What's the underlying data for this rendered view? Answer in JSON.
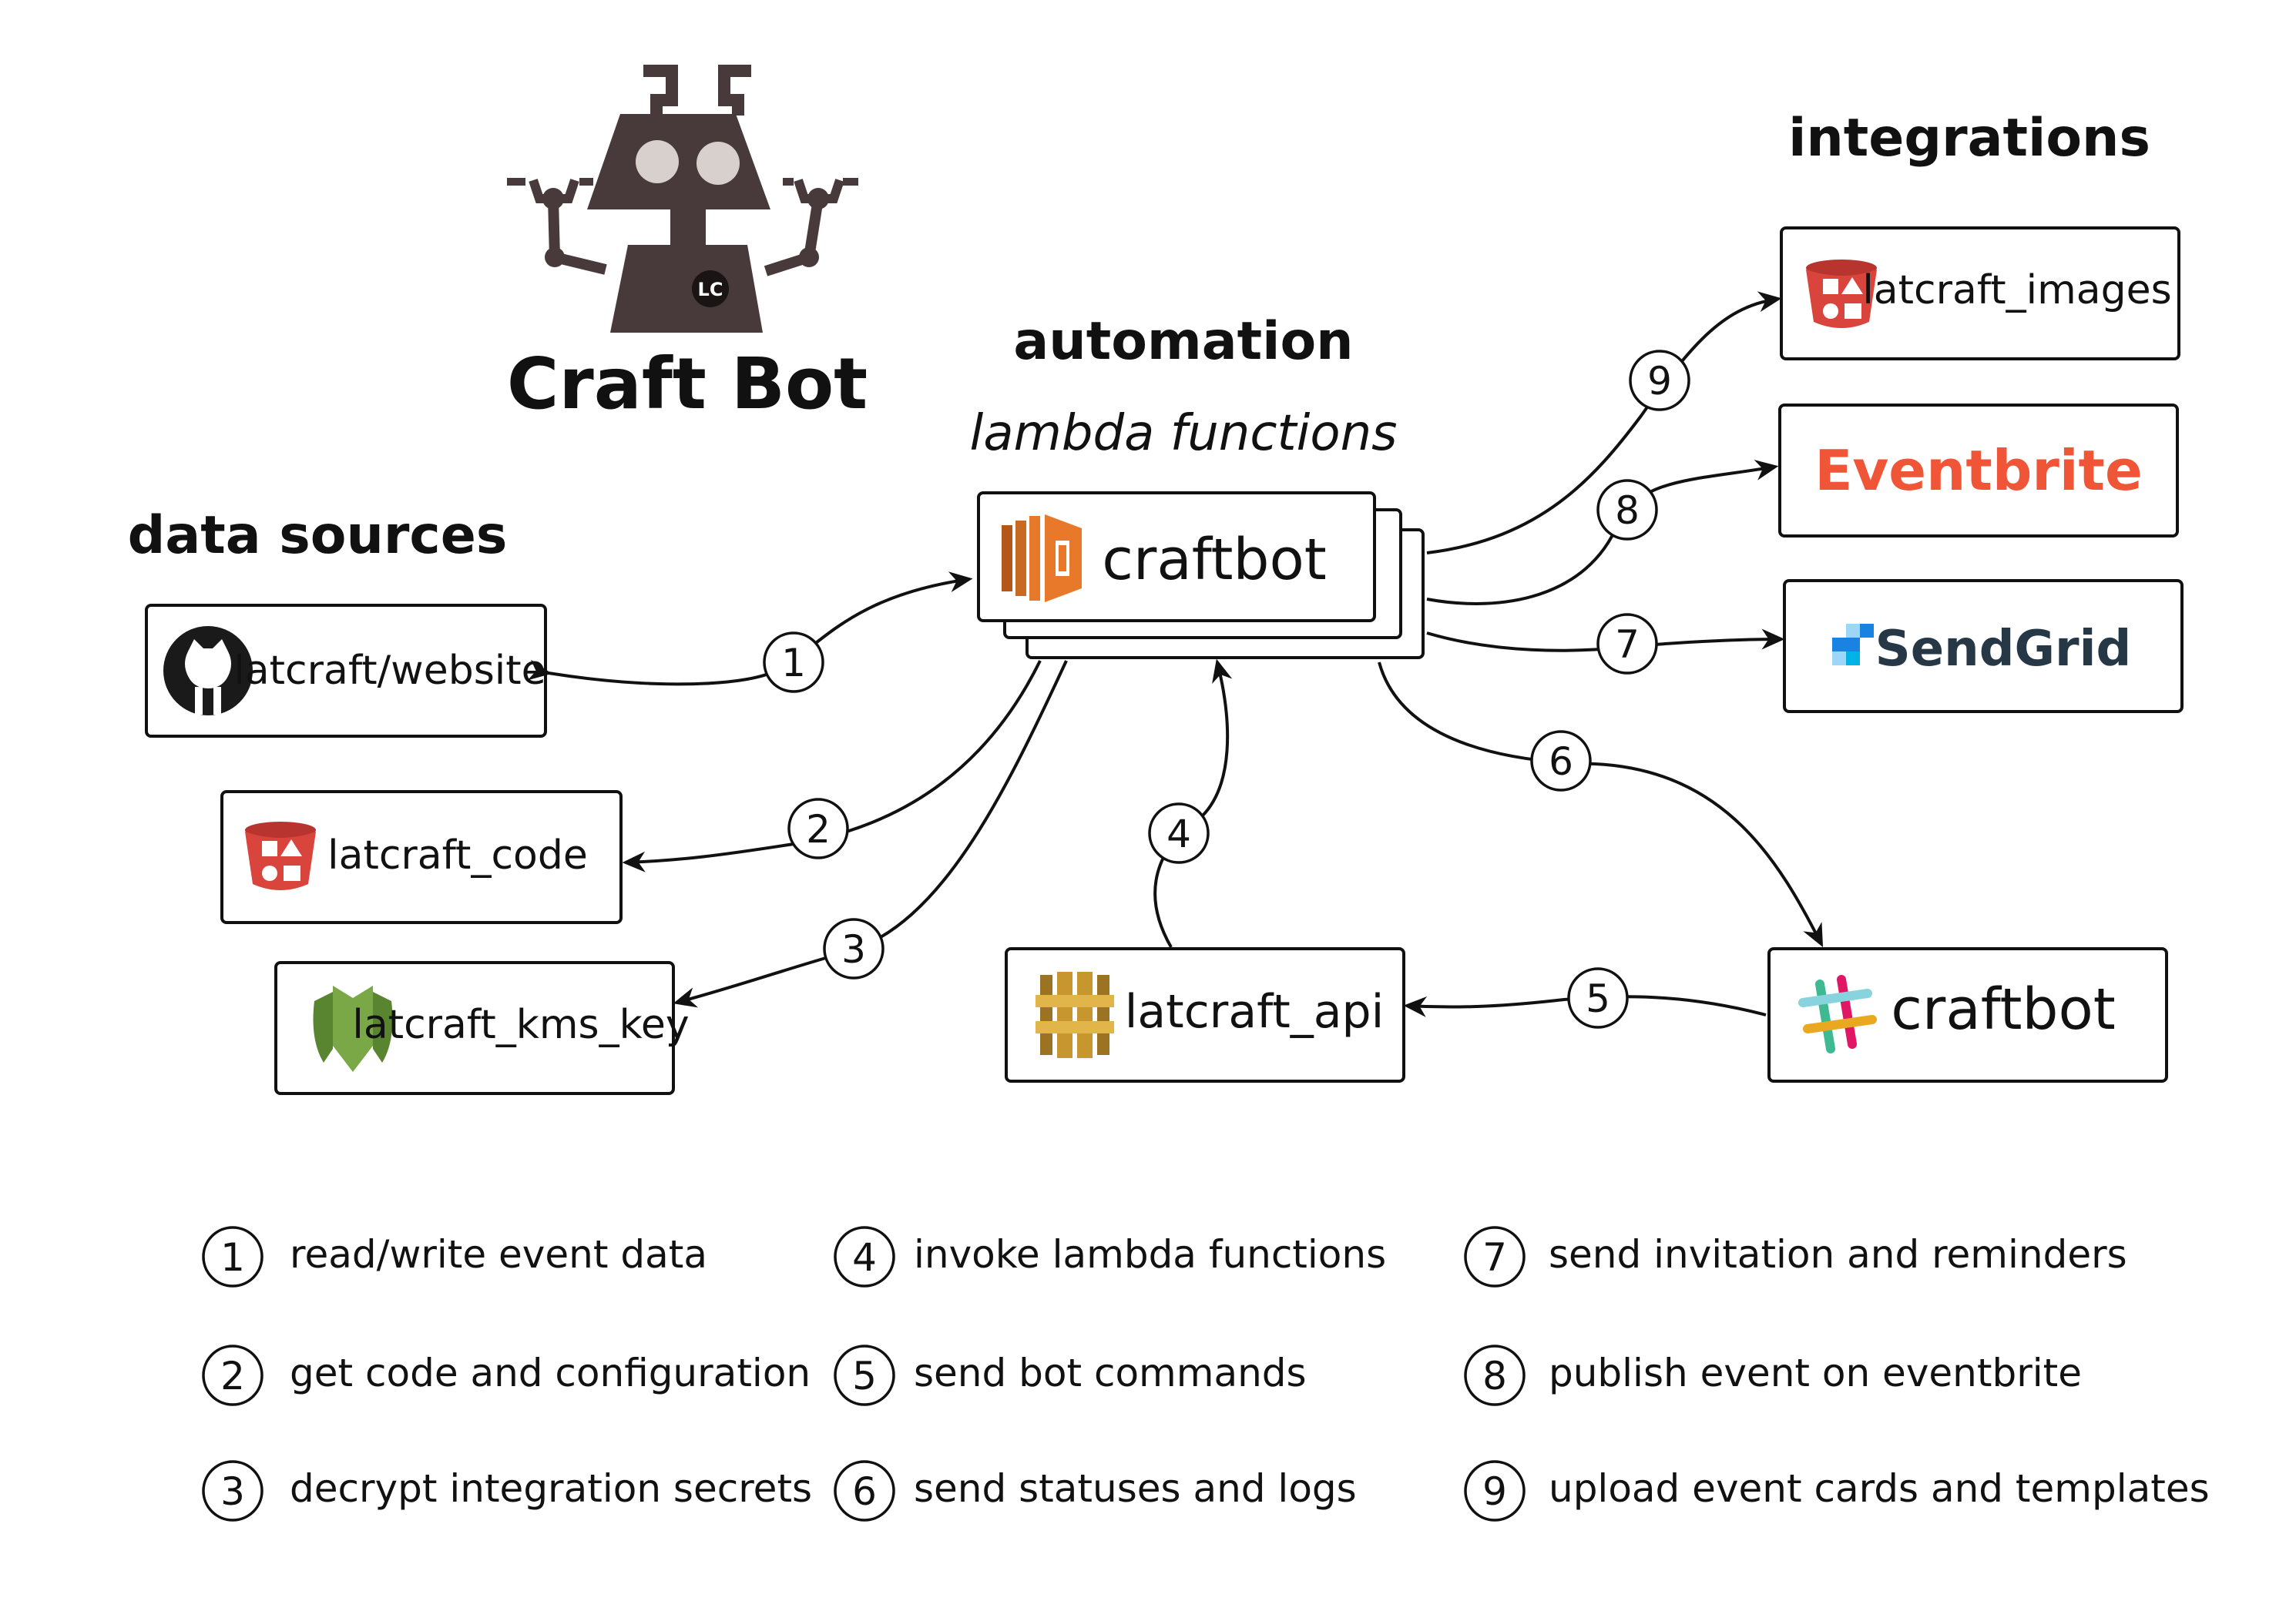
{
  "logo": {
    "title": "Craft Bot",
    "badge": "LC"
  },
  "headings": {
    "automation": "automation",
    "automation_sub": "lambda functions",
    "data_sources": "data sources",
    "integrations": "integrations"
  },
  "automation": {
    "label": "craftbot",
    "icon": "aws-lambda-icon"
  },
  "data_sources": [
    {
      "label": "latcraft/website",
      "icon": "github-icon"
    },
    {
      "label": "latcraft_code",
      "icon": "s3-bucket-icon"
    },
    {
      "label": "latcraft_kms_key",
      "icon": "kms-shield-icon"
    }
  ],
  "api": {
    "label": "latcraft_api",
    "icon": "api-gateway-icon"
  },
  "integrations": {
    "images": {
      "label": "latcraft_images",
      "icon": "s3-bucket-icon"
    },
    "eventbrite": {
      "label": "Eventbrite",
      "color": "#f05537"
    },
    "sendgrid": {
      "label": "SendGrid",
      "icon": "sendgrid-icon"
    },
    "slack": {
      "label": "craftbot",
      "icon": "slack-icon"
    }
  },
  "steps": [
    "1",
    "2",
    "3",
    "4",
    "5",
    "6",
    "7",
    "8",
    "9"
  ],
  "legend": [
    {
      "num": "1",
      "text": "read/write event data"
    },
    {
      "num": "2",
      "text": "get code and configuration"
    },
    {
      "num": "3",
      "text": "decrypt integration secrets"
    },
    {
      "num": "4",
      "text": "invoke lambda functions"
    },
    {
      "num": "5",
      "text": "send bot commands"
    },
    {
      "num": "6",
      "text": "send statuses and logs"
    },
    {
      "num": "7",
      "text": "send invitation and reminders"
    },
    {
      "num": "8",
      "text": "publish event on eventbrite"
    },
    {
      "num": "9",
      "text": "upload event cards and templates"
    }
  ],
  "colors": {
    "robot": "#483a3a",
    "s3_red": "#d9453c",
    "lambda_orange": "#e8782a",
    "kms_green": "#6b9a3a",
    "api_gold": "#c7962e",
    "sendgrid_dark": "#263746",
    "sendgrid_blue": "#1a82e2",
    "eventbrite_orange": "#f05537"
  }
}
